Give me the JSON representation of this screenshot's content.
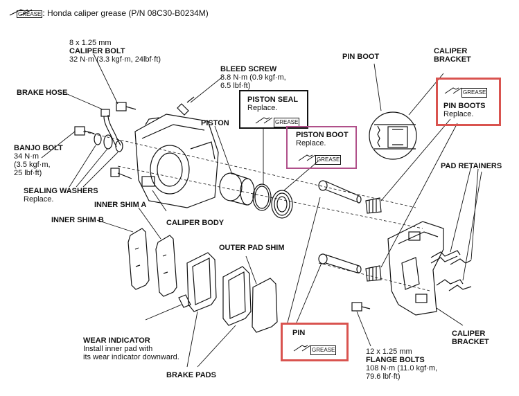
{
  "legend": {
    "grease_tag": "GREASE",
    "text": ": Honda caliper grease (P/N 08C30-B0234M)"
  },
  "labels": {
    "caliper_bolt": {
      "spec": "8 x 1.25 mm",
      "name": "CALIPER BOLT",
      "torque": "32 N·m (3.3 kgf·m, 24lbf·ft)"
    },
    "bleed_screw": {
      "name": "BLEED SCREW",
      "torque1": "8.8 N·m (0.9 kgf·m,",
      "torque2": "6.5 lbf·ft)"
    },
    "brake_hose": "BRAKE HOSE",
    "banjo_bolt": {
      "name": "BANJO BOLT",
      "t1": "34 N·m",
      "t2": "(3.5 kgf·m,",
      "t3": "25 lbf·ft)"
    },
    "sealing_washers": {
      "name": "SEALING WASHERS",
      "note": "Replace."
    },
    "piston": "PISTON",
    "piston_seal": {
      "name": "PISTON SEAL",
      "note": "Replace.",
      "grease": "GREASE"
    },
    "piston_boot": {
      "name": "PISTON BOOT",
      "note": "Replace.",
      "grease": "GREASE"
    },
    "pin_boot": "PIN BOOT",
    "caliper_bracket_top": {
      "l1": "CALIPER",
      "l2": "BRACKET"
    },
    "pin_boots": {
      "name": "PIN BOOTS",
      "note": "Replace.",
      "grease": "GREASE"
    },
    "pad_retainers": "PAD RETAINERS",
    "inner_shim_a": "INNER SHIM A",
    "inner_shim_b": "INNER SHIM B",
    "caliper_body": "CALIPER BODY",
    "outer_pad_shim": "OUTER PAD SHIM",
    "wear_indicator": {
      "name": "WEAR INDICATOR",
      "l1": "Install inner pad with",
      "l2": "its wear indicator downward."
    },
    "brake_pads": "BRAKE PADS",
    "pin": {
      "name": "PIN",
      "grease": "GREASE"
    },
    "flange_bolts": {
      "spec": "12 x 1.25 mm",
      "name": "FLANGE BOLTS",
      "t1": "108 N·m (11.0 kgf·m,",
      "t2": "79.6 lbf·ft)"
    },
    "caliper_bracket_bottom": {
      "l1": "CALIPER",
      "l2": "BRACKET"
    }
  },
  "colors": {
    "ink": "#111111",
    "piston_seal_box": "#111111",
    "piston_boot_box": "#b0508a",
    "pin_boots_box": "#d9534f",
    "pin_box": "#d9534f"
  }
}
